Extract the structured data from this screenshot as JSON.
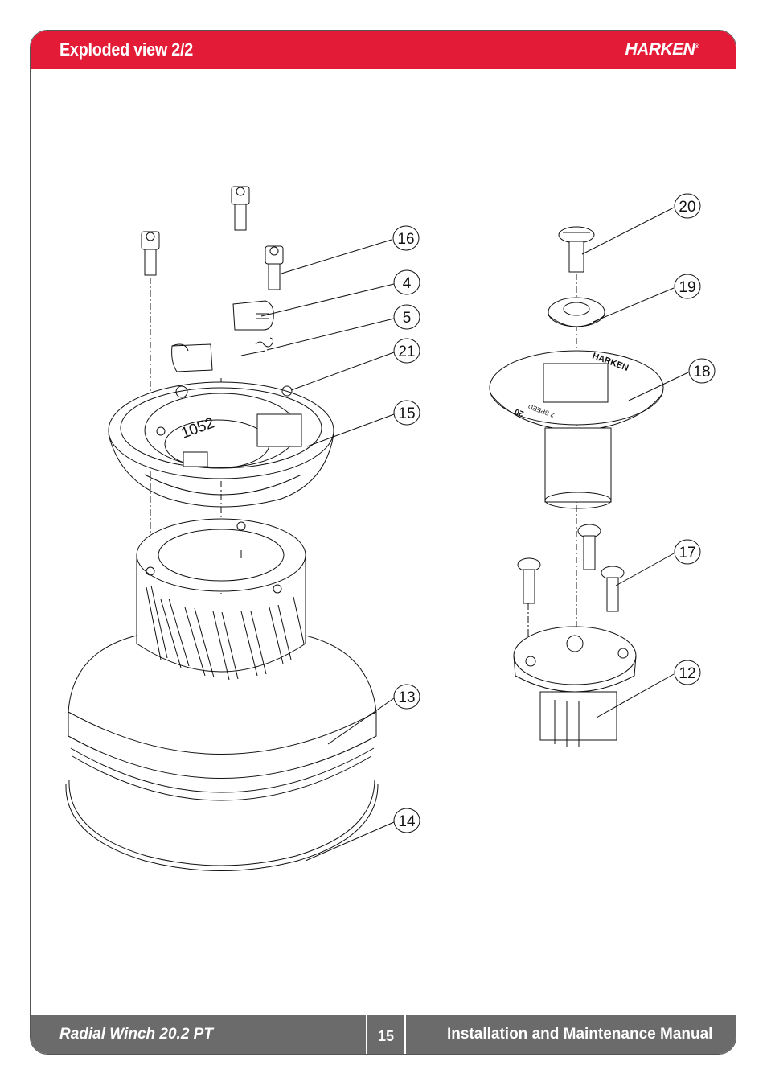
{
  "header": {
    "title": "Exploded view 2/2",
    "brand": "HARKEN",
    "brand_mark": "®"
  },
  "footer": {
    "product": "Radial Winch 20.2 PT",
    "page_number": "15",
    "manual_title": "Installation and Maintenance Manual"
  },
  "callouts": [
    "20",
    "16",
    "19",
    "4",
    "5",
    "21",
    "18",
    "15",
    "17",
    "12",
    "13",
    "14"
  ],
  "part_markings": {
    "top_cap_brand": "HARKEN",
    "top_cap_size": "20",
    "top_cap_speed": "2 SPEED",
    "drum_marking": "1052"
  },
  "colors": {
    "header_bg": "#e31b37",
    "footer_bg": "#6b6b6b",
    "line": "#111111"
  }
}
